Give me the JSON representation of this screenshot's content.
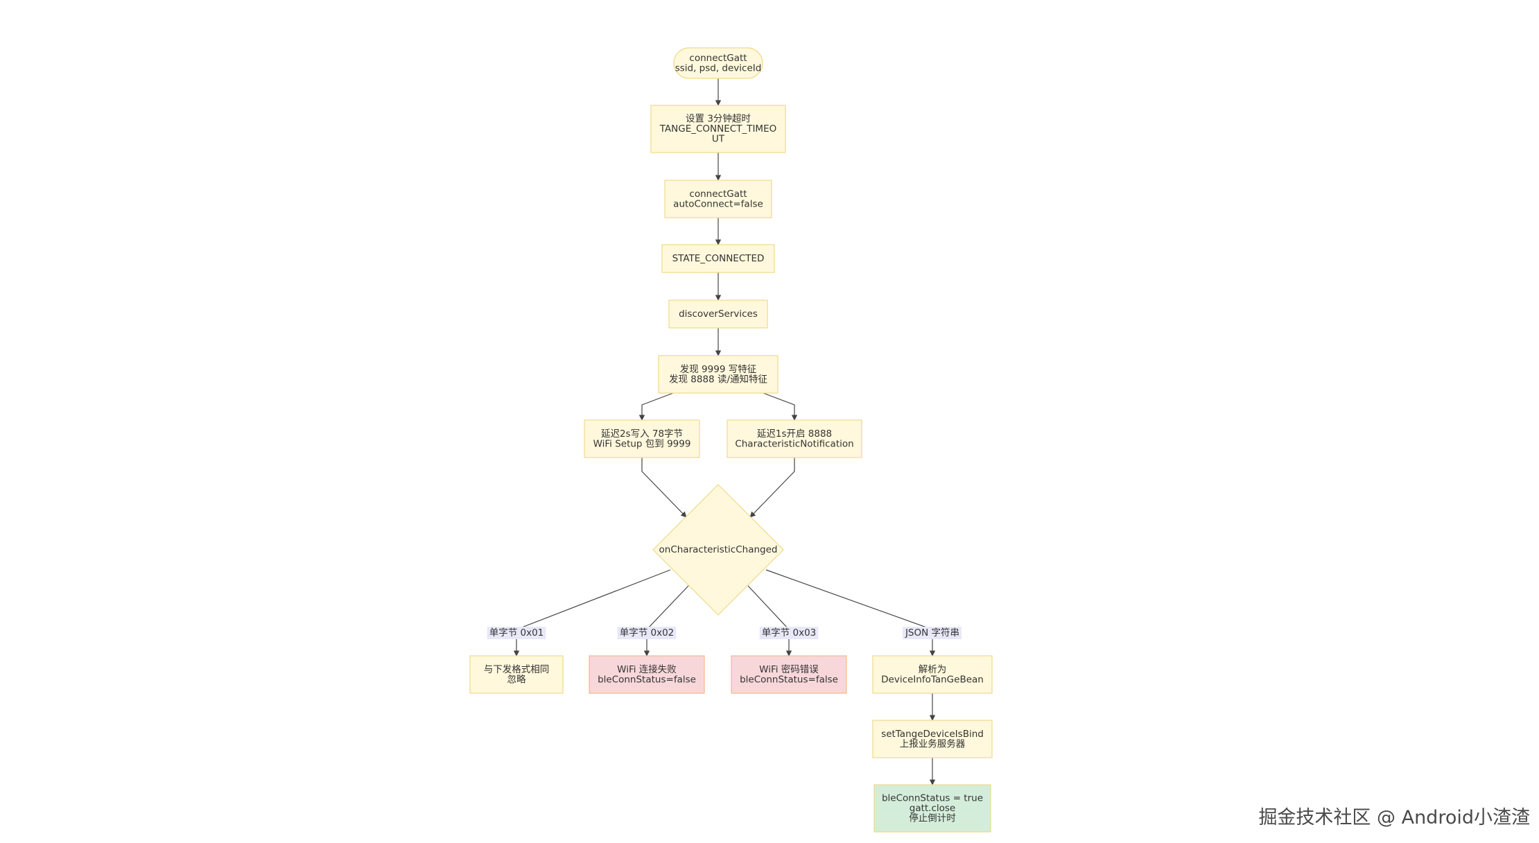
{
  "colors": {
    "node_fill": "#fff8dc",
    "node_stroke": "#f0d98a",
    "error_fill": "#f8d7da",
    "error_stroke": "#f4b98a",
    "success_fill": "#d4edda",
    "success_stroke": "#f0d98a",
    "edge": "#444444",
    "edge_label_bg": "#e8e8f8"
  },
  "nodes": {
    "start": {
      "lines": [
        "connectGatt",
        "ssid, psd, deviceId"
      ]
    },
    "timeout": {
      "lines": [
        "设置 3分钟超时",
        "TANGE_CONNECT_TIMEO",
        "UT"
      ]
    },
    "connect": {
      "lines": [
        "connectGatt",
        "autoConnect=false"
      ]
    },
    "connected": {
      "lines": [
        "STATE_CONNECTED"
      ]
    },
    "discover": {
      "lines": [
        "discoverServices"
      ]
    },
    "found": {
      "lines": [
        "发现 9999 写特征",
        "发现 8888 读/通知特征"
      ]
    },
    "write": {
      "lines": [
        "延迟2s写入 78字节",
        "WiFi Setup 包到 9999"
      ]
    },
    "notify": {
      "lines": [
        "延迟1s开启 8888",
        "CharacteristicNotification"
      ]
    },
    "changed": {
      "lines": [
        "onCharacteristicChanged"
      ]
    },
    "ignore": {
      "lines": [
        "与下发格式相同",
        "忽略"
      ]
    },
    "wifi_fail": {
      "lines": [
        "WiFi 连接失败",
        "bleConnStatus=false"
      ]
    },
    "pwd_err": {
      "lines": [
        "WiFi 密码错误",
        "bleConnStatus=false"
      ]
    },
    "parse": {
      "lines": [
        "解析为",
        "DeviceInfoTanGeBean"
      ]
    },
    "bind": {
      "lines": [
        "setTangeDeviceIsBind",
        "上报业务服务器"
      ]
    },
    "done": {
      "lines": [
        "bleConnStatus = true",
        "gatt.close",
        "停止倒计时"
      ]
    }
  },
  "edge_labels": {
    "byte01": "单字节 0x01",
    "byte02": "单字节 0x02",
    "byte03": "单字节 0x03",
    "json": "JSON 字符串"
  },
  "watermark": "掘金技术社区 @ Android小渣渣"
}
